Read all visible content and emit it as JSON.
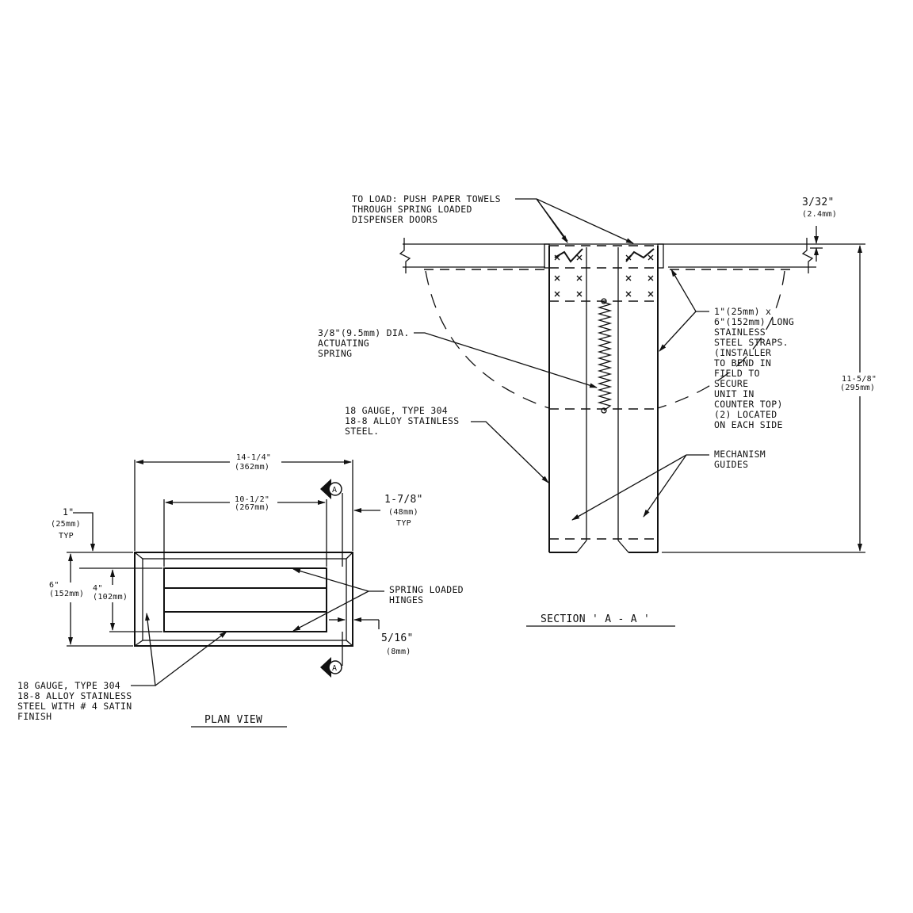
{
  "section": {
    "title": "SECTION ' A - A '",
    "load_note": [
      "TO LOAD: PUSH PAPER TOWELS",
      "THROUGH SPRING LOADED",
      "DISPENSER DOORS"
    ],
    "gap_dim": {
      "inch": "3/32\"",
      "mm": "(2.4mm)"
    },
    "height_dim": {
      "inch": "11-5/8\"",
      "mm": "(295mm)"
    },
    "spring_note": [
      "3/8\"(9.5mm) DIA.",
      "ACTUATING",
      "SPRING"
    ],
    "strap_note": [
      "1\"(25mm) x",
      "6\"(152mm) LONG",
      "STAINLESS",
      "STEEL STRAPS.",
      "(INSTALLER",
      "TO BEND IN",
      "FIELD TO",
      "SECURE",
      "UNIT IN",
      "COUNTER TOP)",
      "(2) LOCATED",
      "ON EACH SIDE"
    ],
    "material_note": [
      "18 GAUGE, TYPE 304",
      "18-8 ALLOY STAINLESS",
      "STEEL."
    ],
    "guides_note": [
      "MECHANISM",
      "GUIDES"
    ]
  },
  "plan": {
    "title": "PLAN VIEW",
    "width_dim": {
      "inch": "14-1/4\"",
      "mm": "(362mm)"
    },
    "opening_dim": {
      "inch": "10-1/2\"",
      "mm": "(267mm)"
    },
    "flange_dim": {
      "inch": "1\"",
      "mm": "(25mm)",
      "typ": "TYP"
    },
    "side_dim": {
      "inch": "1-7/8\"",
      "mm": "(48mm)",
      "typ": "TYP"
    },
    "height_dim": {
      "inch": "6\"",
      "mm": "(152mm)"
    },
    "opening_height_dim": {
      "inch": "4\"",
      "mm": "(102mm)"
    },
    "edge_dim": {
      "inch": "5/16\"",
      "mm": "(8mm)"
    },
    "hinges_note": [
      "SPRING LOADED",
      "HINGES"
    ],
    "material_note": [
      "18 GAUGE, TYPE 304",
      "18-8 ALLOY STAINLESS",
      "STEEL WITH # 4 SATIN",
      "FINISH"
    ],
    "section_marker": "A"
  }
}
